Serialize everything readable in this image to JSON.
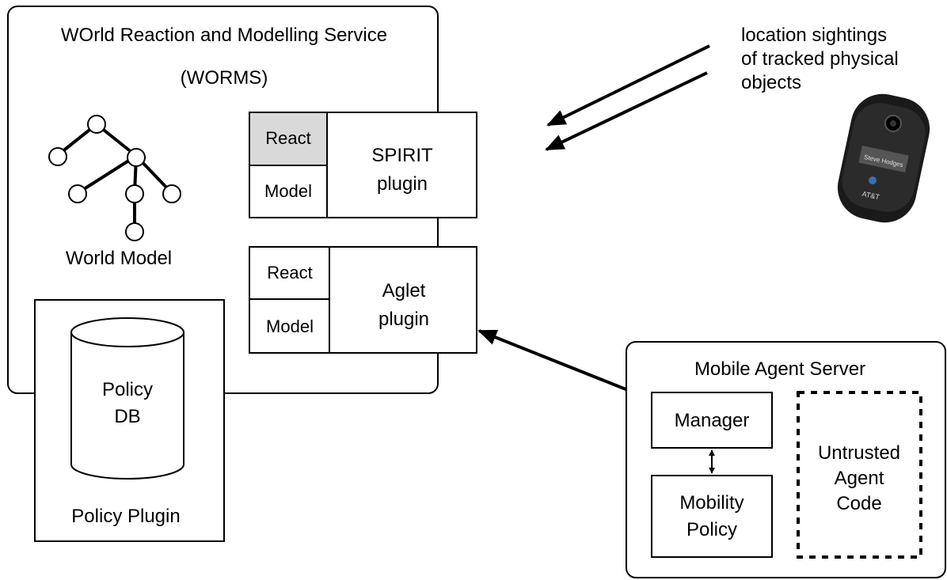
{
  "worms": {
    "title_line1": "WOrld Reaction and Modelling Service",
    "title_line2": "(WORMS)",
    "world_model_label": "World Model"
  },
  "spirit_plugin": {
    "react_label": "React",
    "model_label": "Model",
    "name_line1": "SPIRIT",
    "name_line2": "plugin"
  },
  "aglet_plugin": {
    "react_label": "React",
    "model_label": "Model",
    "name_line1": "Aglet",
    "name_line2": "plugin"
  },
  "policy_plugin": {
    "db_line1": "Policy",
    "db_line2": "DB",
    "name": "Policy Plugin"
  },
  "location_sightings": {
    "line1": "location sightings",
    "line2": "of tracked physical",
    "line3": "objects"
  },
  "badge": {
    "name_text": "Steve Hodges",
    "brand_text": "AT&T"
  },
  "mobile_agent_server": {
    "title": "Mobile Agent Server",
    "manager_label": "Manager",
    "mobility_line1": "Mobility",
    "mobility_line2": "Policy",
    "untrusted_line1": "Untrusted",
    "untrusted_line2": "Agent",
    "untrusted_line3": "Code"
  },
  "colors": {
    "react_highlight": "#d9d9d9",
    "badge_body": "#1a1a1a"
  }
}
